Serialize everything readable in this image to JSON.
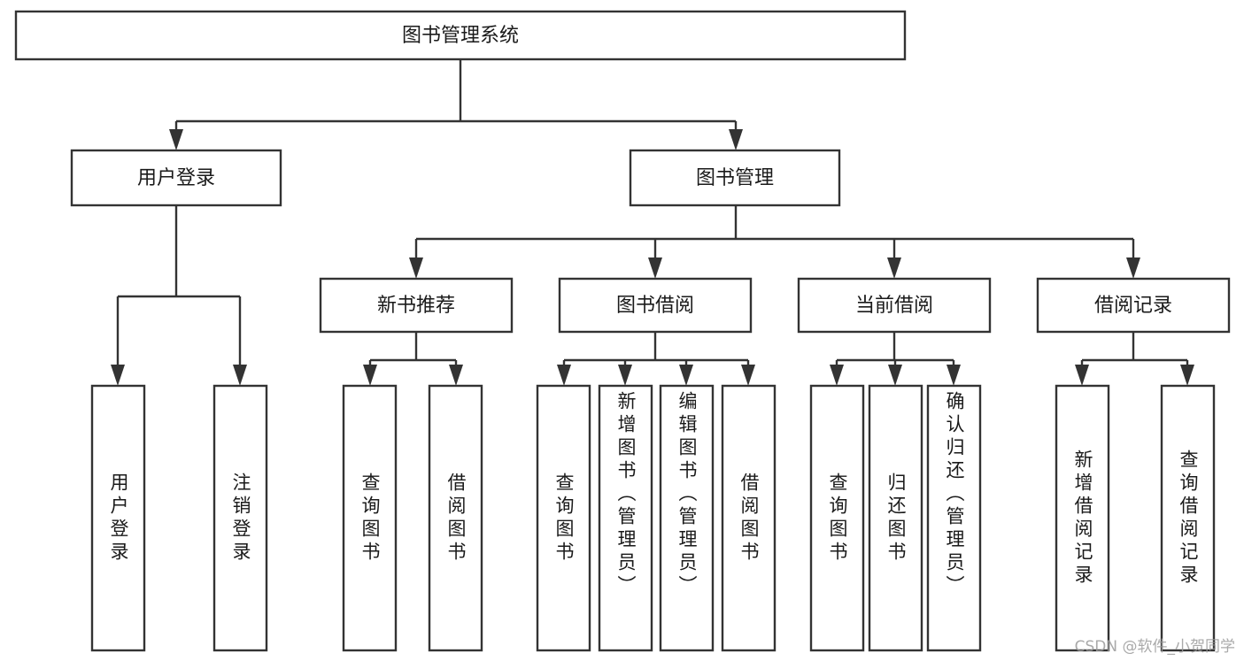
{
  "diagram": {
    "type": "tree-hierarchy-flowchart",
    "title_node": {
      "id": "root",
      "label": "图书管理系统"
    },
    "level2": [
      {
        "id": "user-login",
        "label": "用户登录"
      },
      {
        "id": "book-manage",
        "label": "图书管理"
      }
    ],
    "level3": [
      {
        "id": "new-book-recommend",
        "label": "新书推荐",
        "parent": "book-manage"
      },
      {
        "id": "book-borrow",
        "label": "图书借阅",
        "parent": "book-manage"
      },
      {
        "id": "current-borrow",
        "label": "当前借阅",
        "parent": "book-manage"
      },
      {
        "id": "borrow-record",
        "label": "借阅记录",
        "parent": "book-manage"
      }
    ],
    "leaves": [
      {
        "id": "leaf-user-login",
        "label": "用户登录",
        "parent": "user-login"
      },
      {
        "id": "leaf-user-logout",
        "label": "注销登录",
        "parent": "user-login"
      },
      {
        "id": "leaf-query-book-1",
        "label": "查询图书",
        "parent": "new-book-recommend"
      },
      {
        "id": "leaf-borrow-book-1",
        "label": "借阅图书",
        "parent": "new-book-recommend"
      },
      {
        "id": "leaf-query-book-2",
        "label": "查询图书",
        "parent": "book-borrow"
      },
      {
        "id": "leaf-add-book",
        "label": "新增图书（管理员）",
        "parent": "book-borrow"
      },
      {
        "id": "leaf-edit-book",
        "label": "编辑图书（管理员）",
        "parent": "book-borrow"
      },
      {
        "id": "leaf-borrow-book-2",
        "label": "借阅图书",
        "parent": "book-borrow"
      },
      {
        "id": "leaf-query-book-3",
        "label": "查询图书",
        "parent": "current-borrow"
      },
      {
        "id": "leaf-return-book",
        "label": "归还图书",
        "parent": "current-borrow"
      },
      {
        "id": "leaf-confirm-return",
        "label": "确认归还（管理员）",
        "parent": "current-borrow"
      },
      {
        "id": "leaf-add-record",
        "label": "新增借阅记录",
        "parent": "borrow-record"
      },
      {
        "id": "leaf-query-record",
        "label": "查询借阅记录",
        "parent": "borrow-record"
      }
    ],
    "watermark": "CSDN @软件_小贺同学",
    "colors": {
      "background": "#ffffff",
      "stroke": "#333333",
      "text": "#1a1a1a",
      "watermark": "#9b9b9b"
    }
  }
}
